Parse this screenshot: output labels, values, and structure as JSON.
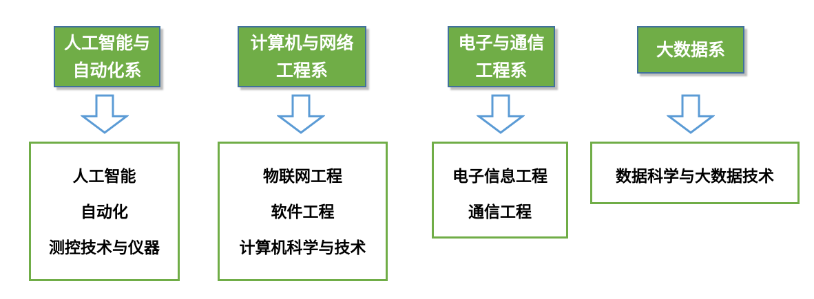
{
  "columns": [
    {
      "department": [
        "人工智能与",
        "自动化系"
      ],
      "majors": [
        "人工智能",
        "自动化",
        "测控技术与仪器"
      ]
    },
    {
      "department": [
        "计算机与网络",
        "工程系"
      ],
      "majors": [
        "物联网工程",
        "软件工程",
        "计算机科学与技术"
      ]
    },
    {
      "department": [
        "电子与通信",
        "工程系"
      ],
      "majors": [
        "电子信息工程",
        "通信工程"
      ]
    },
    {
      "department": [
        "大数据系"
      ],
      "majors": [
        "数据科学与大数据技术"
      ]
    }
  ],
  "colors": {
    "dept_fill": "#70ad47",
    "dept_border": "#41719c",
    "arrow": "#5b9bd5",
    "major_border": "#70ad47"
  }
}
